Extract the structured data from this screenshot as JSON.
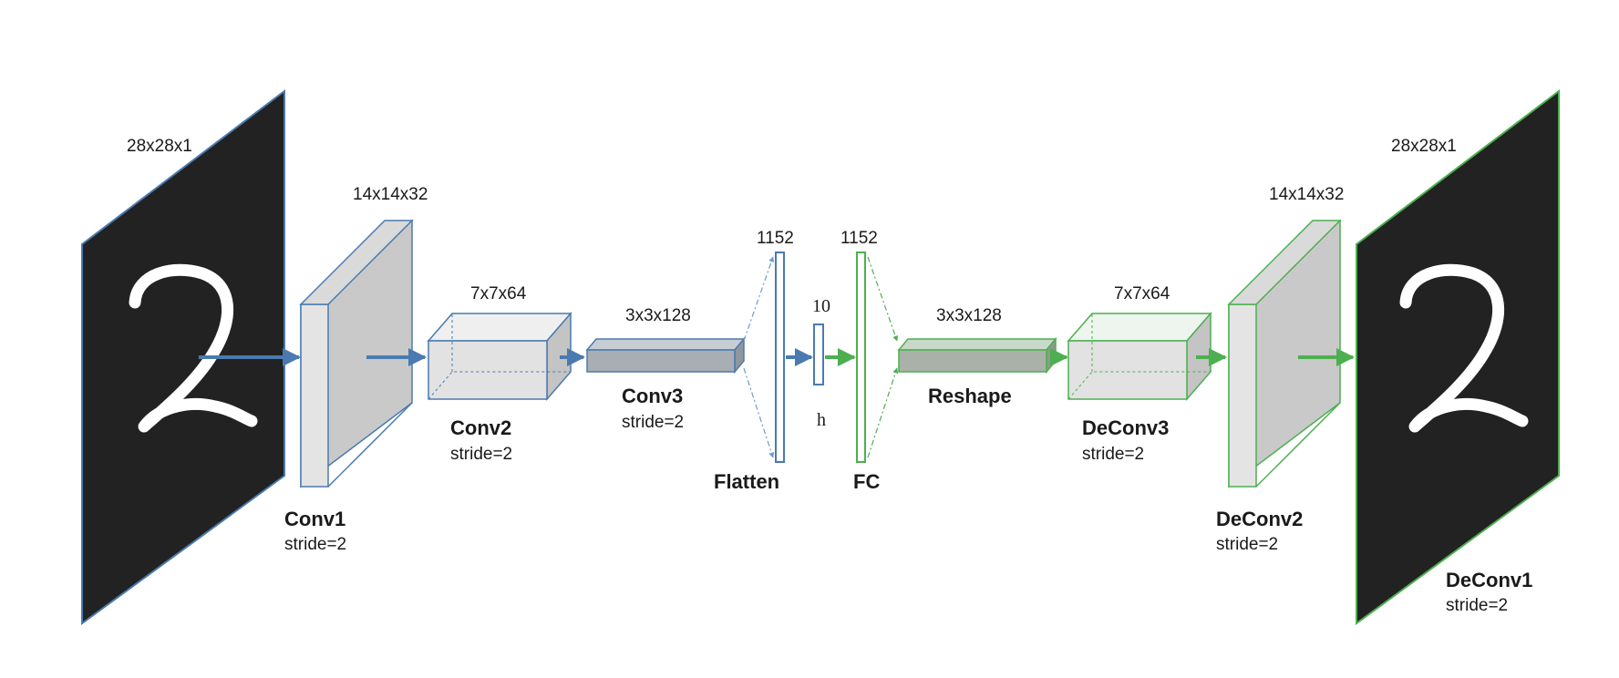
{
  "colors": {
    "encoder": "#4a7ab0",
    "decoder": "#4caf50",
    "image_bg": "#222222",
    "digit": "#ffffff"
  },
  "digit_glyph": "2",
  "input": {
    "dim": "28x28x1"
  },
  "conv1": {
    "name": "Conv1",
    "stride": "stride=2",
    "dim": "14x14x32"
  },
  "conv2": {
    "name": "Conv2",
    "stride": "stride=2",
    "dim": "7x7x64"
  },
  "conv3": {
    "name": "Conv3",
    "stride": "stride=2",
    "dim": "3x3x128"
  },
  "flatten": {
    "name": "Flatten",
    "dim": "1152"
  },
  "latent": {
    "name": "h",
    "dim": "10"
  },
  "fc": {
    "name": "FC",
    "dim": "1152"
  },
  "reshape": {
    "name": "Reshape",
    "dim": "3x3x128"
  },
  "deconv3": {
    "name": "DeConv3",
    "stride": "stride=2",
    "dim": "7x7x64"
  },
  "deconv2": {
    "name": "DeConv2",
    "stride": "stride=2",
    "dim": "14x14x32"
  },
  "deconv1": {
    "name": "DeConv1",
    "stride": "stride=2"
  },
  "output": {
    "dim": "28x28x1"
  }
}
